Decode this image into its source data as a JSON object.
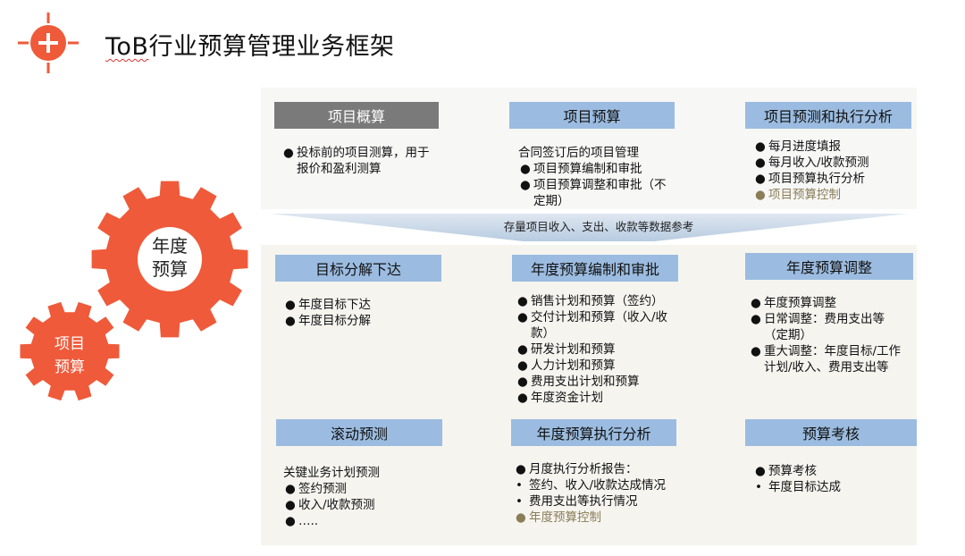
{
  "header": {
    "title_tob": "ToB",
    "title_rest": "行业预算管理业务框架"
  },
  "colors": {
    "accent": "#ef5a3a",
    "gray_box": "#7a7a7a",
    "blue_box": "#9bbce0",
    "highlight": "#8a7d58"
  },
  "icons": {
    "logo": "crosshair-plus-icon"
  },
  "gears": {
    "big": [
      "年度",
      "预算"
    ],
    "small": [
      "项目",
      "预算"
    ]
  },
  "arrow_label": "存量项目收入、支出、收款等数据参考",
  "top": [
    {
      "title": "项目概算",
      "intro": "",
      "items": [
        {
          "bullet": "●",
          "text": "投标前的项目测算，用于报价和盈利测算"
        }
      ]
    },
    {
      "title": "项目预算",
      "intro": "合同签订后的项目管理",
      "items": [
        {
          "bullet": "●",
          "text": "项目预算编制和审批"
        },
        {
          "bullet": "●",
          "text": "项目预算调整和审批（不定期）"
        }
      ]
    },
    {
      "title": "项目预测和执行分析",
      "intro": "",
      "items": [
        {
          "bullet": "●",
          "text": "每月进度填报"
        },
        {
          "bullet": "●",
          "text": "每月收入/收款预测"
        },
        {
          "bullet": "●",
          "text": "项目预算执行分析"
        },
        {
          "bullet": "●",
          "text": "项目预算控制",
          "hl": true
        }
      ]
    }
  ],
  "mid": [
    {
      "title": "目标分解下达",
      "intro": "",
      "items": [
        {
          "bullet": "●",
          "text": "年度目标下达"
        },
        {
          "bullet": "●",
          "text": "年度目标分解"
        }
      ]
    },
    {
      "title": "年度预算编制和审批",
      "intro": "",
      "items": [
        {
          "bullet": "●",
          "text": "销售计划和预算（签约）"
        },
        {
          "bullet": "●",
          "text": "交付计划和预算（收入/收款）"
        },
        {
          "bullet": "●",
          "text": "研发计划和预算"
        },
        {
          "bullet": "●",
          "text": "人力计划和预算"
        },
        {
          "bullet": "●",
          "text": "费用支出计划和预算"
        },
        {
          "bullet": "●",
          "text": "年度资金计划"
        }
      ]
    },
    {
      "title": "年度预算调整",
      "intro": "",
      "items": [
        {
          "bullet": "●",
          "text": "年度预算调整"
        },
        {
          "bullet": "●",
          "text": "日常调整：费用支出等（定期）"
        },
        {
          "bullet": "●",
          "text": "重大调整：年度目标/工作计划/收入、费用支出等"
        }
      ]
    }
  ],
  "bot": [
    {
      "title": "滚动预测",
      "intro": "关键业务计划预测",
      "items": [
        {
          "bullet": "●",
          "text": "签约预测"
        },
        {
          "bullet": "●",
          "text": "收入/收款预测"
        },
        {
          "bullet": "●",
          "text": "….."
        }
      ]
    },
    {
      "title": "年度预算执行分析",
      "intro": "",
      "items": [
        {
          "bullet": "●",
          "text": "月度执行分析报告："
        },
        {
          "bullet": "•",
          "text": "签约、收入/收款达成情况"
        },
        {
          "bullet": "•",
          "text": "费用支出等执行情况"
        },
        {
          "bullet": "●",
          "text": "年度预算控制",
          "hl": true
        }
      ]
    },
    {
      "title": "预算考核",
      "intro": "",
      "items": [
        {
          "bullet": "●",
          "text": "预算考核"
        },
        {
          "bullet": "•",
          "text": "年度目标达成"
        }
      ]
    }
  ]
}
